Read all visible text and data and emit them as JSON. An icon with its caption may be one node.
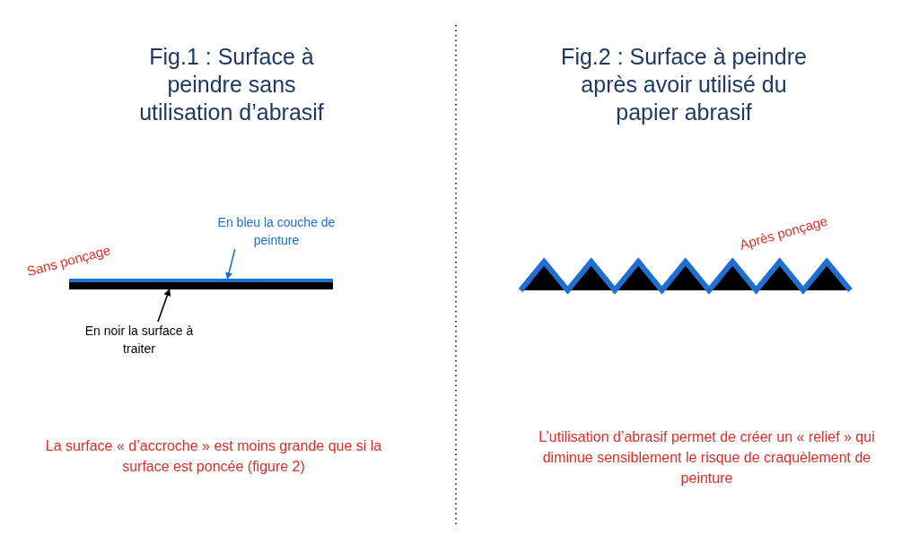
{
  "diagram": {
    "nodes": [
      {
        "text": [
          "En bleu la couche de peinture"
        ]
      },
      {
        "text": [],
        "shape": "bar"
      },
      {
        "text": [],
        "shape": "bar"
      },
      {
        "text": [
          "En noir la surface à traiter"
        ]
      }
    ],
    "edges": [
      {
        "from": 0,
        "to": 1,
        "arrow": "to",
        "color": "#1f6fd1"
      },
      {
        "from": 3,
        "to": 2,
        "arrow": "to",
        "color": "#000000"
      }
    ],
    "labels": [
      "Fig.1 : Surface à peindre sans utilisation d’abrasif",
      "Fig.2 : Surface à peindre après avoir utilisé du papier abrasif",
      "Sans ponçage",
      "Après ponçage",
      "La surface « d’accroche » est moins grande que si la surface est poncée (figure 2)",
      "L’utilisation d’abrasif permet de créer un « relief » qui diminue sensiblement le risque de craquèlement de peinture"
    ]
  }
}
